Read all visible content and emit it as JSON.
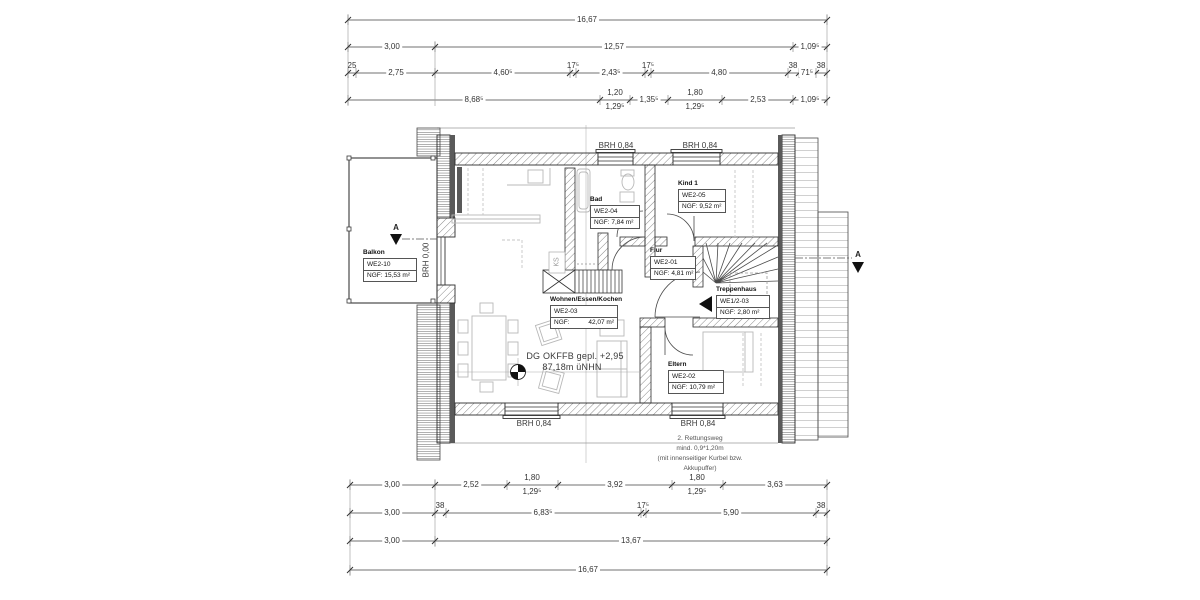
{
  "colors": {
    "line": "#3a3a3a",
    "wall_hatch": "#6a6a6a",
    "furniture": "#b8b8b8",
    "marker_fill": "#111111"
  },
  "plan": {
    "rooms": {
      "balkon": {
        "name": "Balkon",
        "unit": "WE2-10",
        "ngf": "NGF: 15,53 m²"
      },
      "bad": {
        "name": "Bad",
        "unit": "WE2-04",
        "ngf": "NGF: 7,84 m²"
      },
      "kind1": {
        "name": "Kind 1",
        "unit": "WE2-05",
        "ngf": "NGF: 9,52 m²"
      },
      "flur": {
        "name": "Flur",
        "unit": "WE2-01",
        "ngf": "NGF: 4,81 m²"
      },
      "treppenhaus": {
        "name": "Treppenhaus",
        "unit": "WE1/2-03",
        "ngf": "NGF: 2,80 m²"
      },
      "wohnen": {
        "name": "Wohnen/Essen/Kochen",
        "unit": "WE2-03",
        "ngf_label": "NGF:",
        "ngf_value": "42,07 m²"
      },
      "eltern": {
        "name": "Eltern",
        "unit": "WE2-02",
        "ngf": "NGF: 10,79 m²"
      }
    },
    "labels": {
      "brh_084": "BRH 0,84",
      "brh_000": "BRH 0,00",
      "ks": "KS",
      "section_a": "A",
      "level_line1": "DG OKFFB gepl. +2,95",
      "level_line2": "87,18m üNHN",
      "note1": "2. Rettungsweg",
      "note2": "mind. 0,9*1,20m",
      "note3": "(mit innenseitiger Kurbel bzw.",
      "note4": "Akkupuffer)"
    }
  },
  "dims": {
    "top": {
      "r1": [
        "16,67"
      ],
      "r2": [
        "3,00",
        "12,57",
        "1,09⁵"
      ],
      "r3": [
        "25",
        "2,75",
        "4,60⁵",
        "17⁵",
        "2,43⁵",
        "17⁵",
        "4,80",
        "38",
        "71⁵",
        "38"
      ],
      "r4": [
        "8,68⁵",
        "1,20",
        "1,29⁵",
        "1,35⁵",
        "1,80",
        "1,29⁵",
        "2,53",
        "1,09⁵"
      ]
    },
    "bottom": {
      "r1": [
        "3,00",
        "2,52",
        "1,80",
        "1,29⁵",
        "3,92",
        "1,80",
        "1,29⁵",
        "3,63"
      ],
      "r2": [
        "3,00",
        "38",
        "6,83⁵",
        "17⁵",
        "5,90",
        "38"
      ],
      "r3": [
        "3,00",
        "13,67"
      ],
      "r4": [
        "16,67"
      ]
    }
  }
}
